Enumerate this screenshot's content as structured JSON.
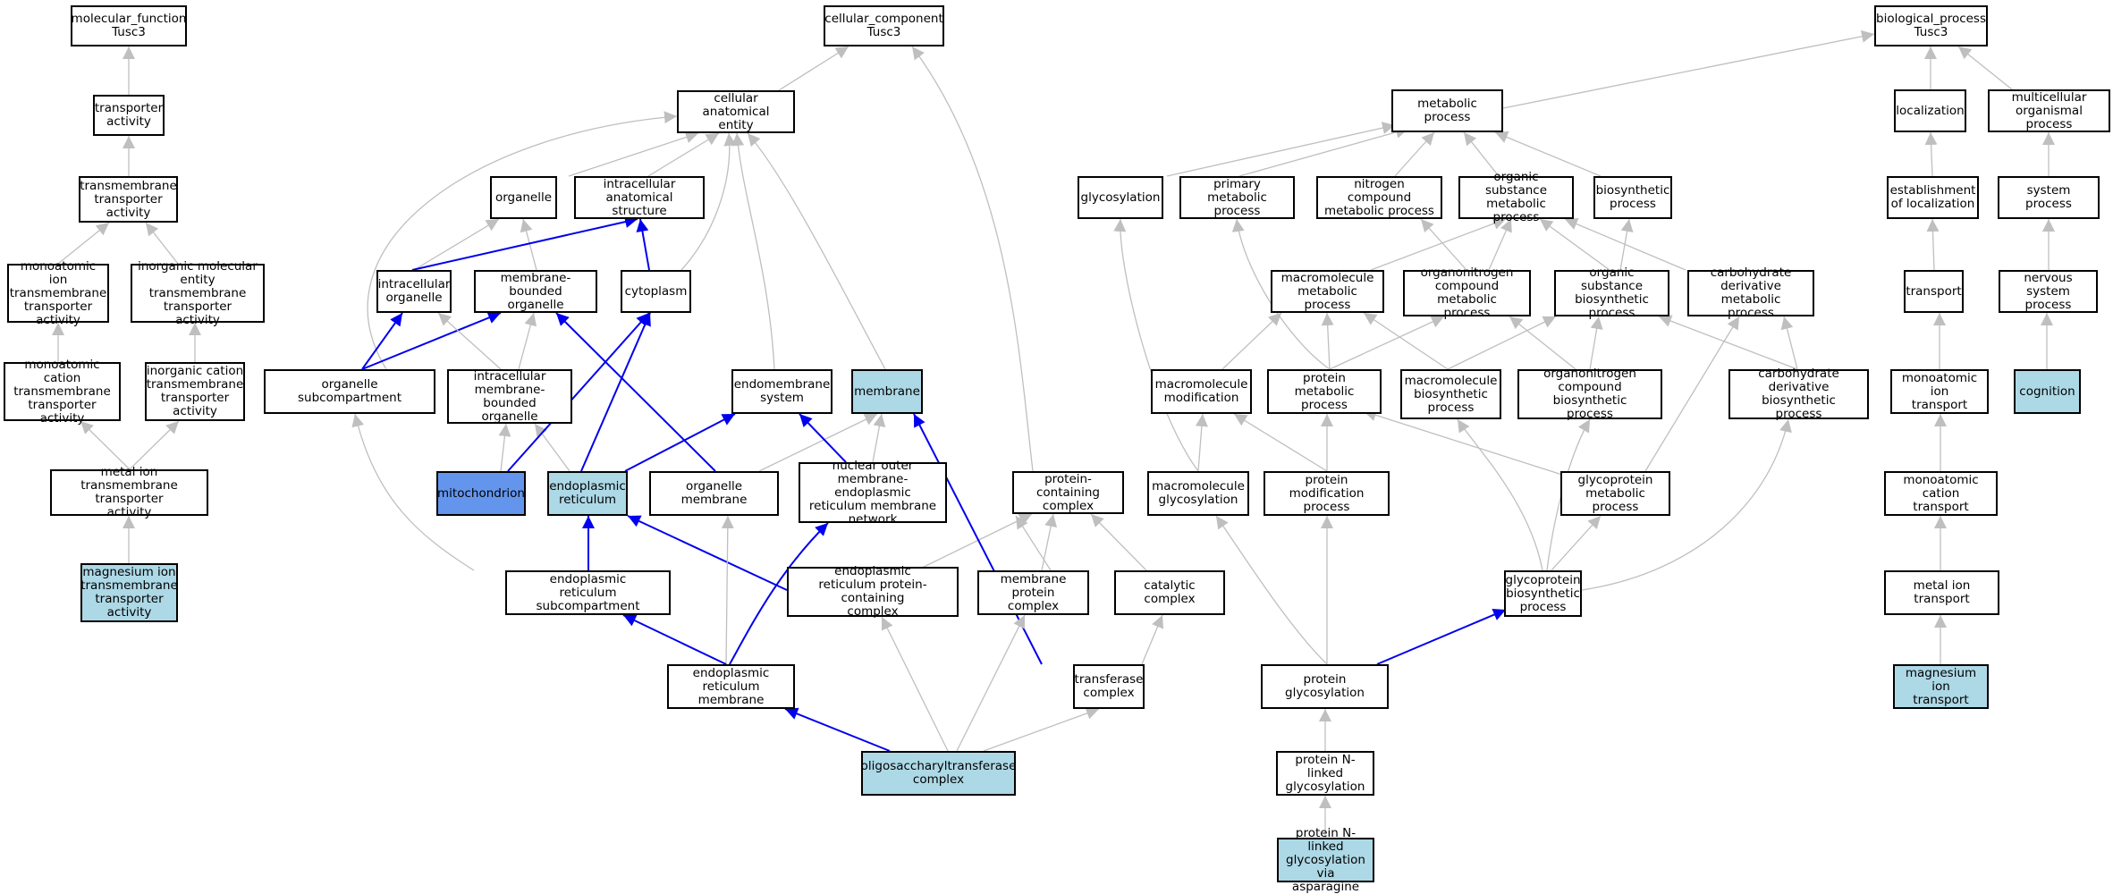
{
  "colors": {
    "edge_gray": "#bfbfbf",
    "edge_blue": "#0000ee",
    "node_light": "#add8e6",
    "node_dark": "#6495ed",
    "border": "#000000"
  },
  "nodes": {
    "mf_root": "molecular_function\nTusc3",
    "transporter_activity": "transporter\nactivity",
    "tm_transporter": "transmembrane\ntransporter\nactivity",
    "monoatomic_ion_tm": "monoatomic ion\ntransmembrane\ntransporter\nactivity",
    "inorganic_mol_tm": "inorganic molecular\nentity transmembrane\ntransporter\nactivity",
    "monoatomic_cation_tm": "monoatomic cation\ntransmembrane\ntransporter\nactivity",
    "inorganic_cation_tm": "inorganic cation\ntransmembrane\ntransporter\nactivity",
    "metal_ion_tm": "metal ion transmembrane\ntransporter\nactivity",
    "mg_ion_tm": "magnesium ion\ntransmembrane\ntransporter\nactivity",
    "cc_root": "cellular_component\nTusc3",
    "cellular_anatomical_entity": "cellular anatomical\nentity",
    "organelle": "organelle",
    "intracellular_anatomical_structure": "intracellular\nanatomical structure",
    "intracellular_organelle": "intracellular\norganelle",
    "membrane_bounded_organelle": "membrane-bounded\norganelle",
    "cytoplasm": "cytoplasm",
    "organelle_subcompartment": "organelle subcompartment",
    "intracellular_mb_organelle": "intracellular\nmembrane-bounded\norganelle",
    "endomembrane_system": "endomembrane\nsystem",
    "membrane": "membrane",
    "mitochondrion": "mitochondrion",
    "endoplasmic_reticulum": "endoplasmic\nreticulum",
    "organelle_membrane": "organelle membrane",
    "nuclear_outer_membrane": "nuclear outer\nmembrane-endoplasmic\nreticulum membrane\nnetwork",
    "protein_containing_complex": "protein-containing\ncomplex",
    "er_subcompartment": "endoplasmic\nreticulum subcompartment",
    "er_protein_complex": "endoplasmic\nreticulum protein-containing\ncomplex",
    "membrane_protein_complex": "membrane protein\ncomplex",
    "catalytic_complex": "catalytic complex",
    "er_membrane": "endoplasmic\nreticulum membrane",
    "transferase_complex": "transferase\ncomplex",
    "ost_complex": "oligosaccharyltransferase\ncomplex",
    "bp_root": "biological_process\nTusc3",
    "metabolic_process": "metabolic process",
    "localization": "localization",
    "multicellular_organismal_process": "multicellular\norganismal process",
    "glycosylation": "glycosylation",
    "primary_metabolic_process": "primary metabolic\nprocess",
    "nitrogen_compound_metabolic": "nitrogen compound\nmetabolic process",
    "organic_substance_metabolic": "organic substance\nmetabolic process",
    "biosynthetic_process": "biosynthetic\nprocess",
    "establishment_of_localization": "establishment\nof localization",
    "system_process": "system process",
    "macromolecule_metabolic": "macromolecule\nmetabolic process",
    "organonitrogen_metabolic": "organonitrogen\ncompound metabolic\nprocess",
    "organic_substance_biosynthetic": "organic substance\nbiosynthetic\nprocess",
    "carbohydrate_derivative_metabolic": "carbohydrate\nderivative metabolic\nprocess",
    "transport": "transport",
    "nervous_system_process": "nervous system\nprocess",
    "macromolecule_modification": "macromolecule\nmodification",
    "protein_metabolic_process": "protein metabolic\nprocess",
    "macromolecule_biosynthetic": "macromolecule\nbiosynthetic\nprocess",
    "organonitrogen_biosynthetic": "organonitrogen\ncompound biosynthetic\nprocess",
    "carbohydrate_derivative_biosynthetic": "carbohydrate\nderivative biosynthetic\nprocess",
    "monoatomic_ion_transport": "monoatomic ion\ntransport",
    "cognition": "cognition",
    "macromolecule_glycosylation": "macromolecule\nglycosylation",
    "protein_modification_process": "protein modification\nprocess",
    "glycoprotein_metabolic": "glycoprotein\nmetabolic process",
    "monoatomic_cation_transport": "monoatomic cation\ntransport",
    "glycoprotein_biosynthetic": "glycoprotein\nbiosynthetic\nprocess",
    "metal_ion_transport": "metal ion transport",
    "protein_glycosylation": "protein glycosylation",
    "mg_ion_transport": "magnesium ion\ntransport",
    "protein_n_linked_glycosylation": "protein N-linked\nglycosylation",
    "protein_n_linked_glycosylation_asn": "protein N-linked\nglycosylation\nvia asparagine"
  }
}
